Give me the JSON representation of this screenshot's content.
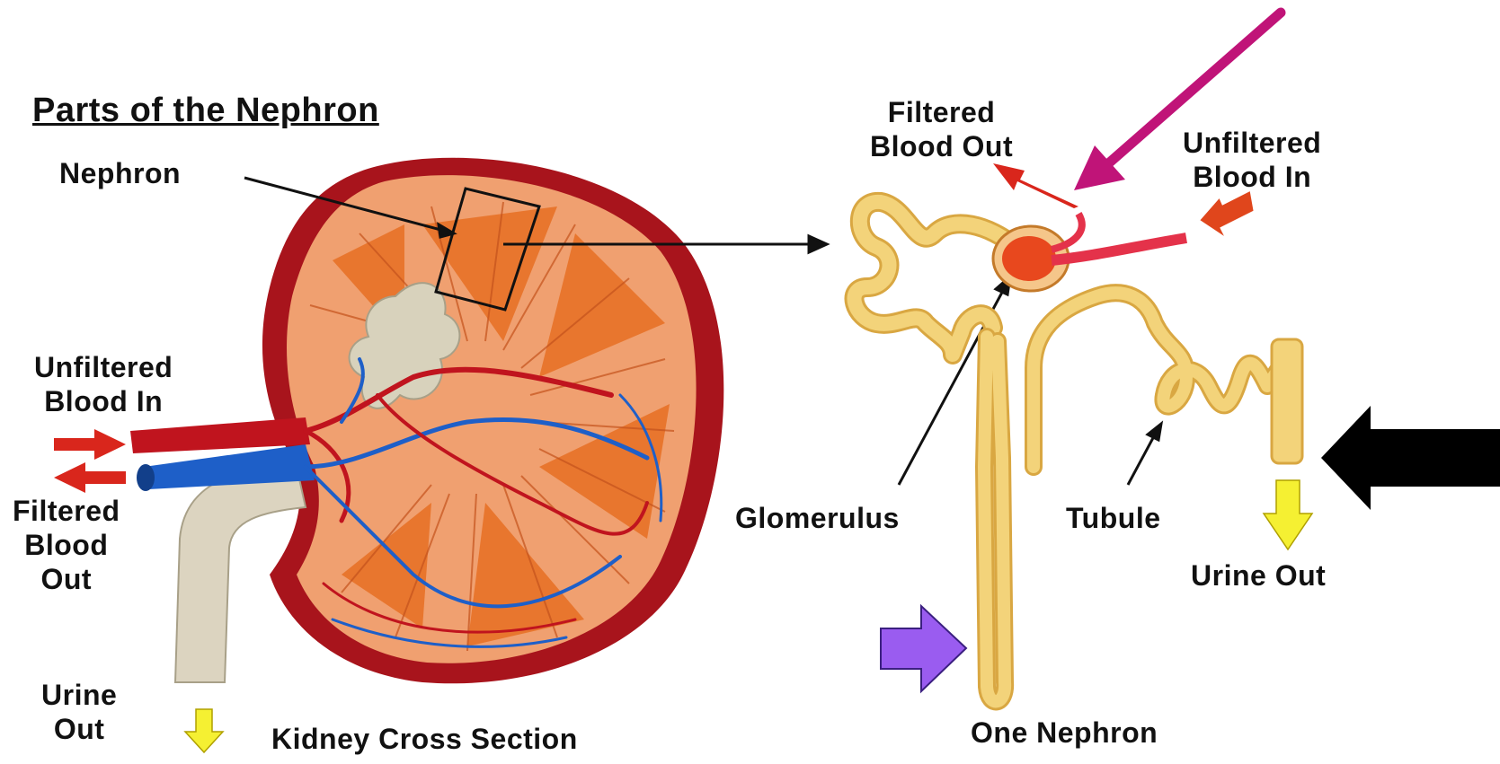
{
  "title": "Parts of the Nephron",
  "labels": {
    "nephron": "Nephron",
    "unfiltered_left": "Unfiltered\nBlood In",
    "filtered_left": "Filtered\nBlood\nOut",
    "urine_left": "Urine\nOut",
    "kidney_caption": "Kidney Cross Section",
    "filtered_right": "Filtered\nBlood Out",
    "unfiltered_right": "Unfiltered\nBlood In",
    "glomerulus": "Glomerulus",
    "tubule": "Tubule",
    "urine_right": "Urine Out",
    "nephron_caption": "One Nephron"
  },
  "colors": {
    "kidney_outer": "#a8141c",
    "kidney_cortex": "#f0a070",
    "medulla": "#e8762e",
    "artery": "#c0141e",
    "vein": "#1e5fc8",
    "tubule": "#f3d37a",
    "arrow_red": "#d9261c",
    "arrow_yellow": "#f5f032",
    "annotation_magenta": "#c01478",
    "annotation_purple": "#9a5cf0",
    "annotation_black": "#000000"
  }
}
